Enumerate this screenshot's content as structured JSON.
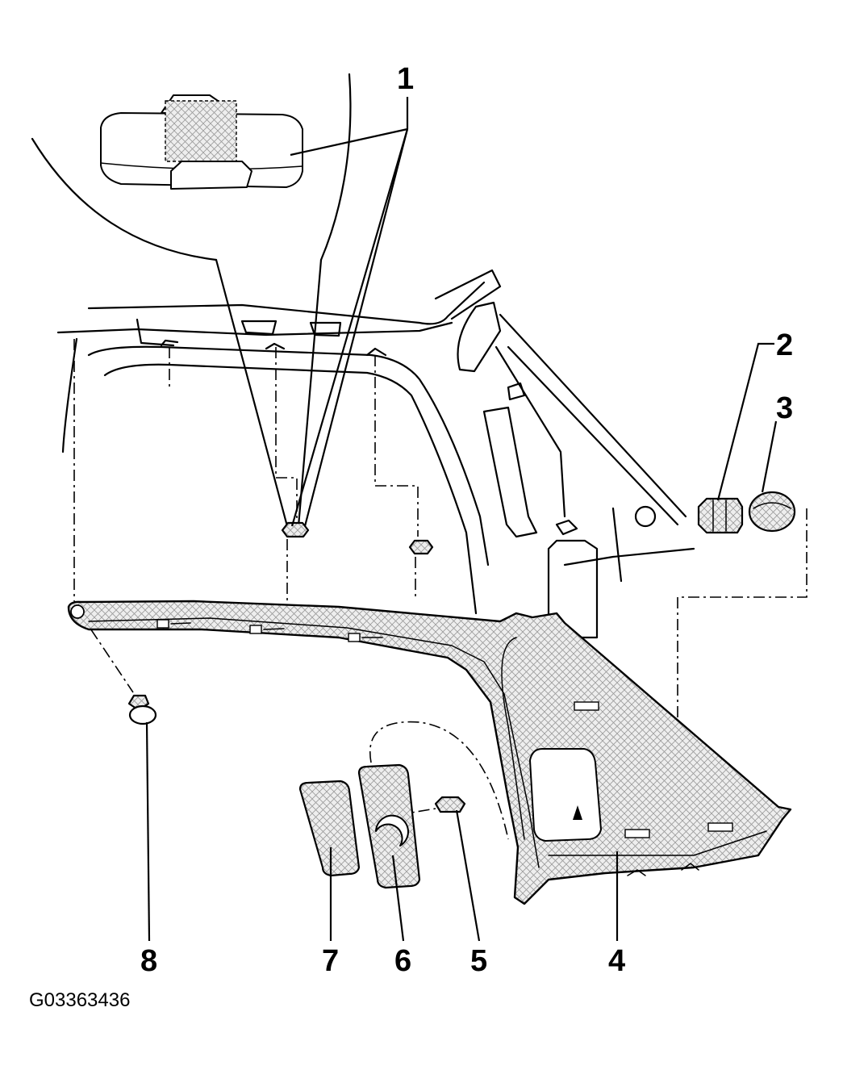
{
  "diagram": {
    "figure_id": "G03363436",
    "callouts": [
      {
        "id": "1",
        "label": "1"
      },
      {
        "id": "2",
        "label": "2"
      },
      {
        "id": "3",
        "label": "3"
      },
      {
        "id": "4",
        "label": "4"
      },
      {
        "id": "5",
        "label": "5"
      },
      {
        "id": "6",
        "label": "6"
      },
      {
        "id": "7",
        "label": "7"
      },
      {
        "id": "8",
        "label": "8"
      }
    ]
  }
}
